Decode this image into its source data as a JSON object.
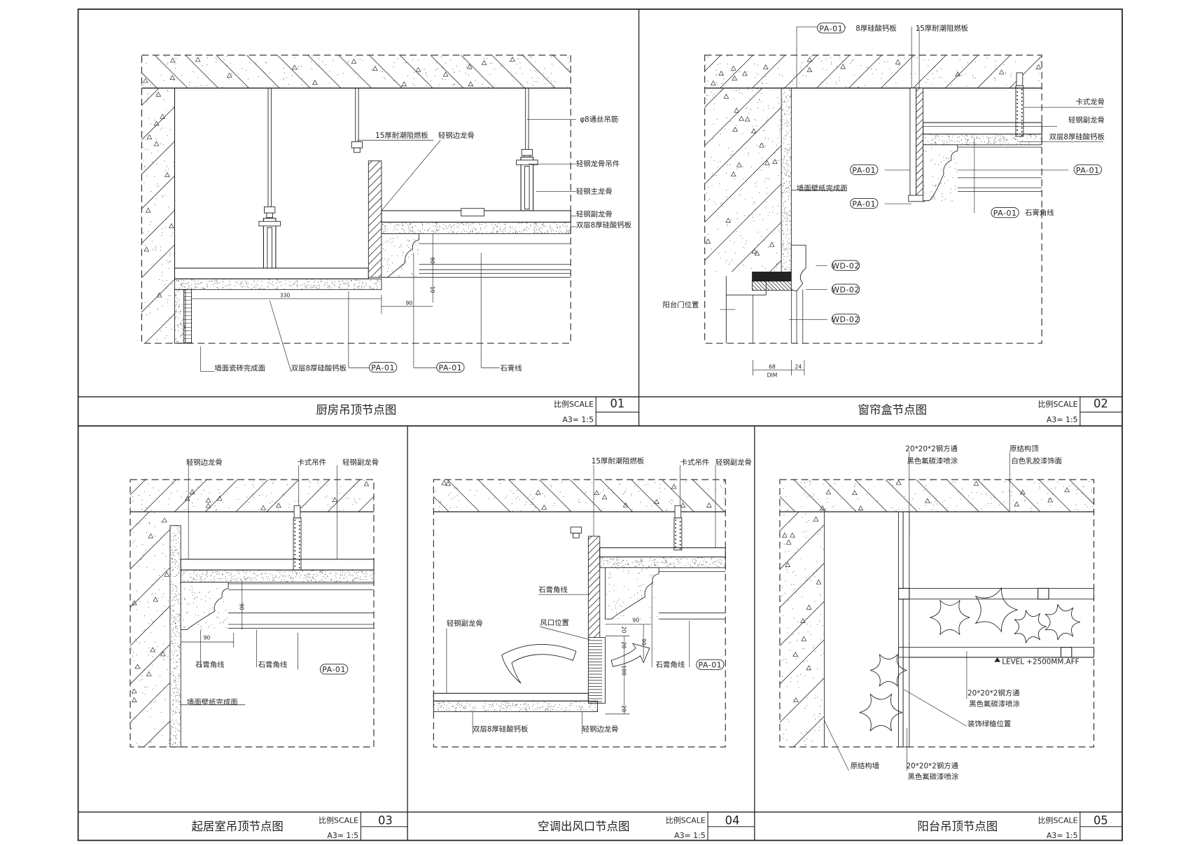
{
  "panels": [
    {
      "number": "01",
      "title": "厨房吊顶节点图",
      "scale_label": "比例SCALE",
      "scale_value": "A3= 1:5",
      "annotations": [
        "φ8通丝吊筋",
        "15厚耐潮阻燃板",
        "轻钢边龙骨",
        "轻钢龙骨吊件",
        "轻钢主龙骨",
        "轻钢副龙骨",
        "双层8厚硅酸钙板",
        "墙面瓷砖完成面",
        "双层8厚硅酸钙板",
        "石膏线"
      ],
      "tags": [
        "PA-01",
        "PA-01"
      ],
      "dimensions": [
        "330",
        "90",
        "90",
        "10"
      ]
    },
    {
      "number": "02",
      "title": "窗帘盒节点图",
      "scale_label": "比例SCALE",
      "scale_value": "A3= 1:5",
      "annotations": [
        "8厚硅酸钙板",
        "15厚耐潮阻燃板",
        "卡式龙骨",
        "轻钢副龙骨",
        "双层8厚硅酸钙板",
        "墙面壁纸完成面",
        "石膏角线",
        "阳台门位置"
      ],
      "tags": [
        "PA-01",
        "PA-01",
        "PA-01",
        "PA-01",
        "PA-01",
        "WD-02",
        "WD-02",
        "WD-02"
      ],
      "dimensions": [
        "68",
        "24",
        "DIM"
      ]
    },
    {
      "number": "03",
      "title": "起居室吊顶节点图",
      "scale_label": "比例SCALE",
      "scale_value": "A3= 1:5",
      "annotations": [
        "轻钢边龙骨",
        "卡式吊件",
        "轻钢副龙骨",
        "石膏角线",
        "石膏角线",
        "墙面壁纸完成面"
      ],
      "tags": [
        "PA-01"
      ],
      "dimensions": [
        "90",
        "90"
      ]
    },
    {
      "number": "04",
      "title": "空调出风口节点图",
      "scale_label": "比例SCALE",
      "scale_value": "A3= 1:5",
      "annotations": [
        "15厚耐潮阻燃板",
        "卡式吊件",
        "轻钢副龙骨",
        "石膏角线",
        "轻钢副龙骨",
        "风口位置",
        "石膏角线",
        "双层8厚硅酸钙板",
        "轻钢边龙骨"
      ],
      "tags": [
        "PA-01"
      ],
      "dimensions": [
        "90",
        "90",
        "20",
        "20",
        "100",
        "20"
      ]
    },
    {
      "number": "05",
      "title": "阳台吊顶节点图",
      "scale_label": "比例SCALE",
      "scale_value": "A3= 1:5",
      "annotations": [
        "20*20*2钢方通",
        "黑色氟碳漆喷涂",
        "原结构顶",
        "白色乳胶漆饰面",
        "20*20*2钢方通",
        "黑色氟碳漆喷涂",
        "装饰绿植位置",
        "原结构墙",
        "20*20*2钢方通",
        "黑色氟碳漆喷涂"
      ],
      "tags": [],
      "dimensions": [],
      "level": "LEVEL +2500MM.AFF"
    }
  ],
  "colors": {
    "line": "#222222",
    "paper": "#ffffff"
  }
}
